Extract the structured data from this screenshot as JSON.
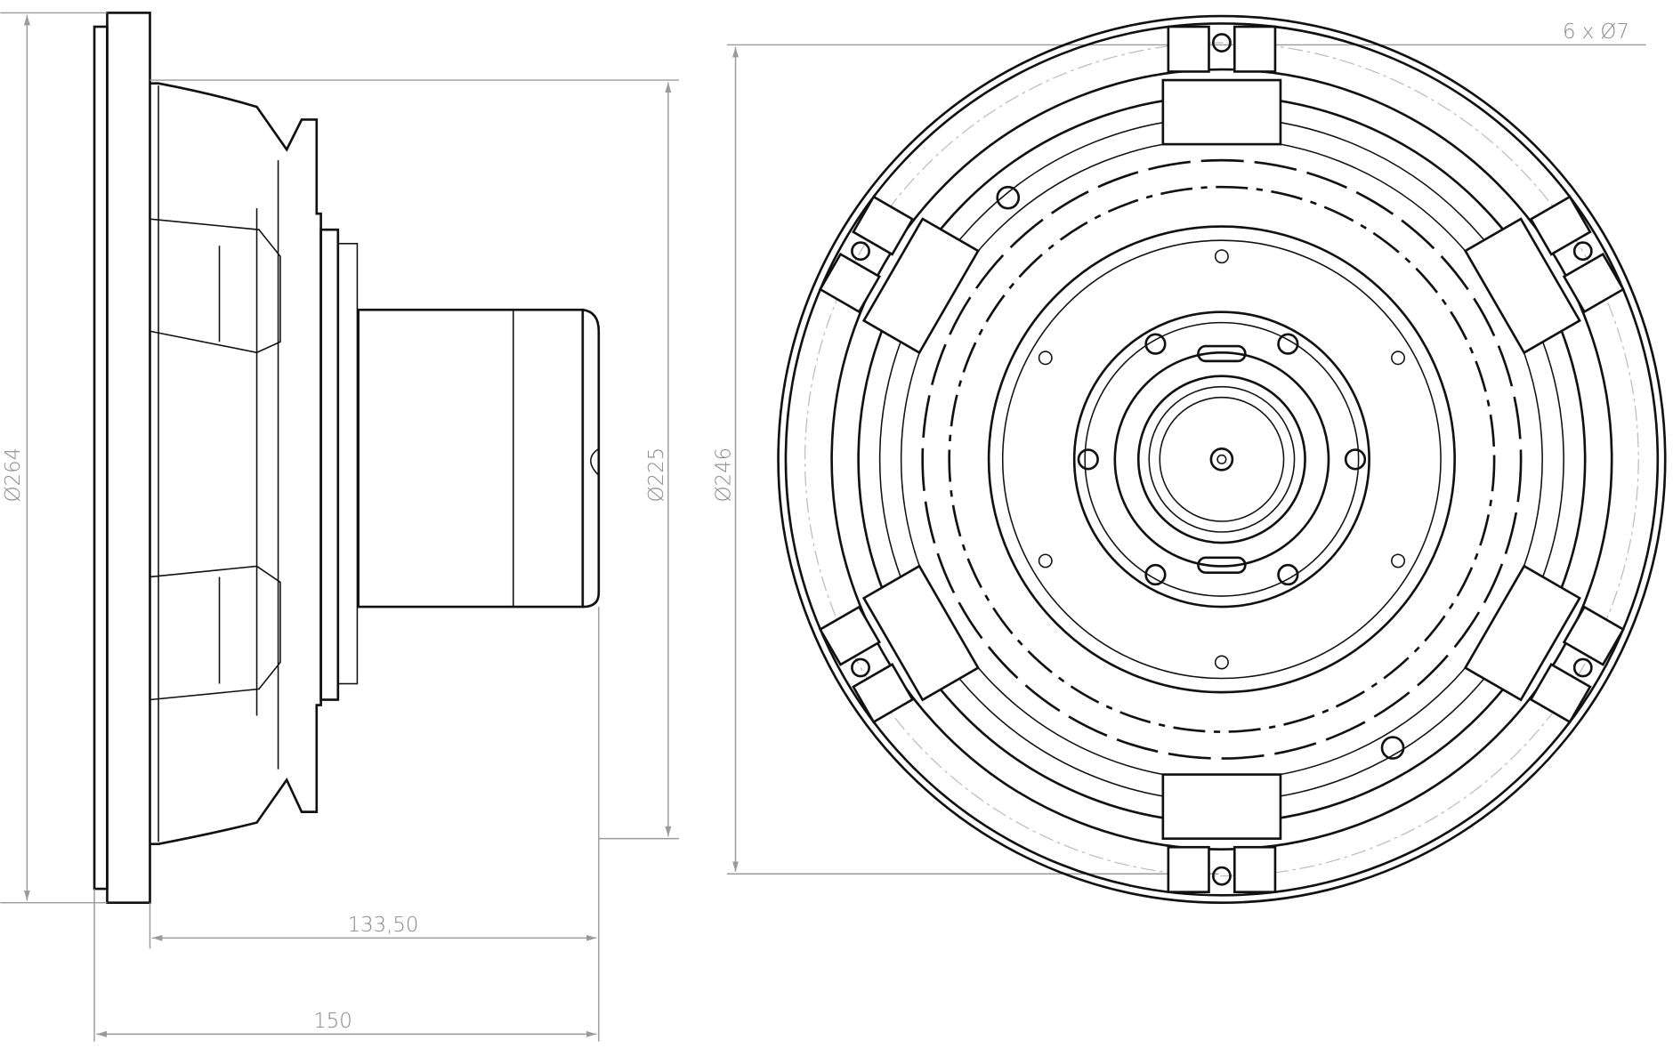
{
  "dimensions": {
    "overall_diameter": "Ø264",
    "baffle_cutout_diameter": "Ø225",
    "bolt_circle_diameter": "Ø246",
    "mounting_holes": "6 x Ø7",
    "depth_from_flange": "133,50",
    "overall_depth": "150"
  },
  "colors": {
    "line": "#111111",
    "dimension": "#8a8a8a"
  }
}
